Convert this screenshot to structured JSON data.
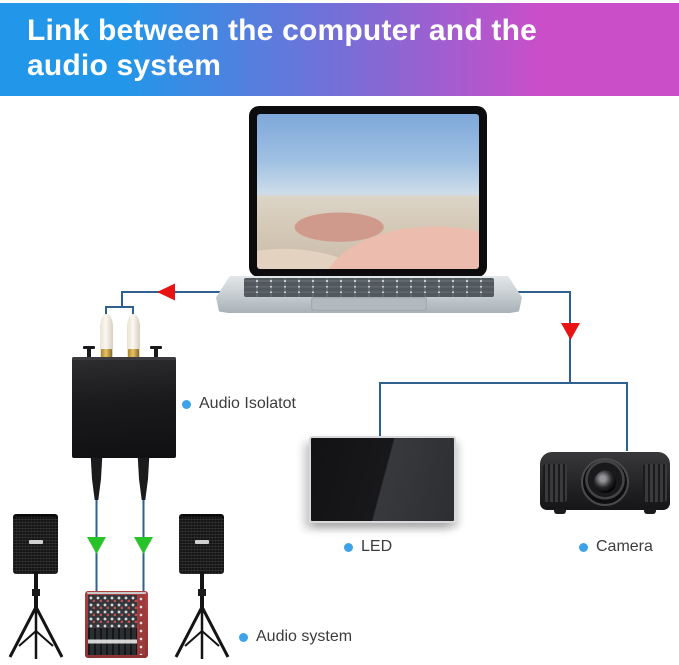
{
  "header": {
    "lines": [
      "Link between the computer and the",
      "audio system"
    ]
  },
  "labels": {
    "isolator": "Audio Isolatot",
    "led": "LED",
    "camera": "Camera",
    "audio_system": "Audio system"
  },
  "colors": {
    "banner_blue": "#2297e9",
    "banner_magenta": "#cb4ec9",
    "line": "#2e6090",
    "arrow_red": "#e81414",
    "arrow_green": "#28c32b",
    "bullet": "#3ea2e8"
  },
  "icons": {
    "red_arrow_left": "◀",
    "red_arrow_down": "▼",
    "green_arrow_down": "▼",
    "bullet": "●"
  }
}
